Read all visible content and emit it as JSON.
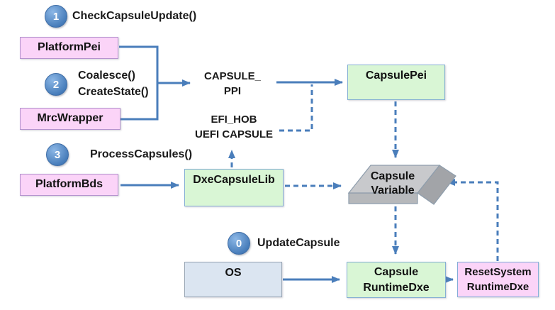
{
  "diagram": {
    "title_implicit": "UEFI Capsule Update Flow",
    "colors": {
      "arrow_blue": "#4a7ebb",
      "pink_fill": "#fbd4f8",
      "pink_border": "#b593ce",
      "green_fill": "#d9f6d5",
      "green_border": "#85afd4",
      "os_fill": "#dbe5f1",
      "os_border": "#9aa7b5",
      "badge_blue": "#447ab8",
      "slab_top_gray": "#c8c9cc",
      "slab_side_gray": "#a2a4a8",
      "text_black": "#111111"
    },
    "steps": [
      {
        "num": "1",
        "lines": [
          "CheckCapsuleUpdate()"
        ]
      },
      {
        "num": "2",
        "lines": [
          "Coalesce()",
          "CreateState()"
        ]
      },
      {
        "num": "3",
        "lines": [
          "ProcessCapsules()"
        ]
      },
      {
        "num": "0",
        "lines": [
          "UpdateCapsule"
        ]
      }
    ],
    "nodes": {
      "platform_pei": {
        "label": "PlatformPei"
      },
      "mrc_wrapper": {
        "label": "MrcWrapper"
      },
      "platform_bds": {
        "label": "PlatformBds"
      },
      "dxe_capsule_lib": {
        "label": "DxeCapsuleLib"
      },
      "capsule_pei": {
        "label": "CapsulePei"
      },
      "capsule_variable": {
        "line1": "Capsule",
        "line2": "Variable"
      },
      "os": {
        "label": "OS"
      },
      "capsule_runtime_dxe": {
        "line1": "Capsule",
        "line2": "RuntimeDxe"
      },
      "reset_system_runtime_dxe": {
        "line1": "ResetSystem",
        "line2": "RuntimeDxe"
      }
    },
    "annotations": {
      "capsule_ppi": {
        "line1": "CAPSULE_",
        "line2": "PPI"
      },
      "efi_hob": {
        "line1": "EFI_HOB",
        "line2": "UEFI CAPSULE"
      }
    }
  }
}
